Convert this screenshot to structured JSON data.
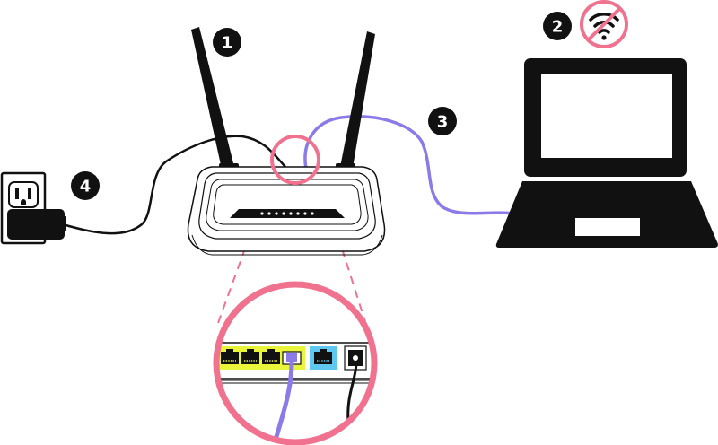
{
  "steps": {
    "router": "1",
    "wifi_disabled": "2",
    "ethernet_cable": "3",
    "power_adapter": "4"
  },
  "colors": {
    "ink": "#111111",
    "pink_highlight": "#f0728f",
    "ethernet_cable": "#8b7be8",
    "lan_ports": "#e8f53a",
    "wan_port": "#5ec8f0",
    "screen": "#ffffff"
  },
  "icons": {
    "router": "wireless-router-icon",
    "laptop": "laptop-icon",
    "wall_outlet": "wall-outlet-icon",
    "power_adapter": "power-adapter-icon",
    "wifi_off": "wifi-off-icon",
    "port_zoom": "magnify-circle-icon"
  }
}
